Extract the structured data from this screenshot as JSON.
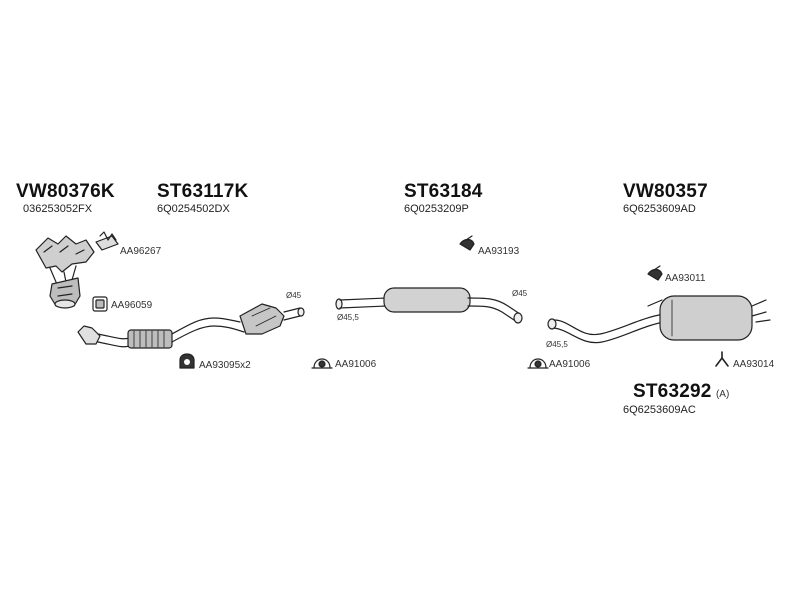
{
  "groups": [
    {
      "part_number": "VW80376K",
      "oem": "036253052FX"
    },
    {
      "part_number": "ST63117K",
      "oem": "6Q0254502DX"
    },
    {
      "part_number": "ST63184",
      "oem": "6Q0253209P"
    },
    {
      "part_number": "VW80357",
      "oem": "6Q6253609AD"
    },
    {
      "part_number": "ST63292",
      "suffix": "(A)",
      "oem": "6Q6253609AC"
    }
  ],
  "accessories": [
    "AA96267",
    "AA96059",
    "AA93095x2",
    "AA91006",
    "AA93193",
    "AA91006",
    "AA93011",
    "AA93014"
  ],
  "dimensions": [
    "Ø45",
    "Ø45,5",
    "Ø45",
    "Ø45,5"
  ]
}
